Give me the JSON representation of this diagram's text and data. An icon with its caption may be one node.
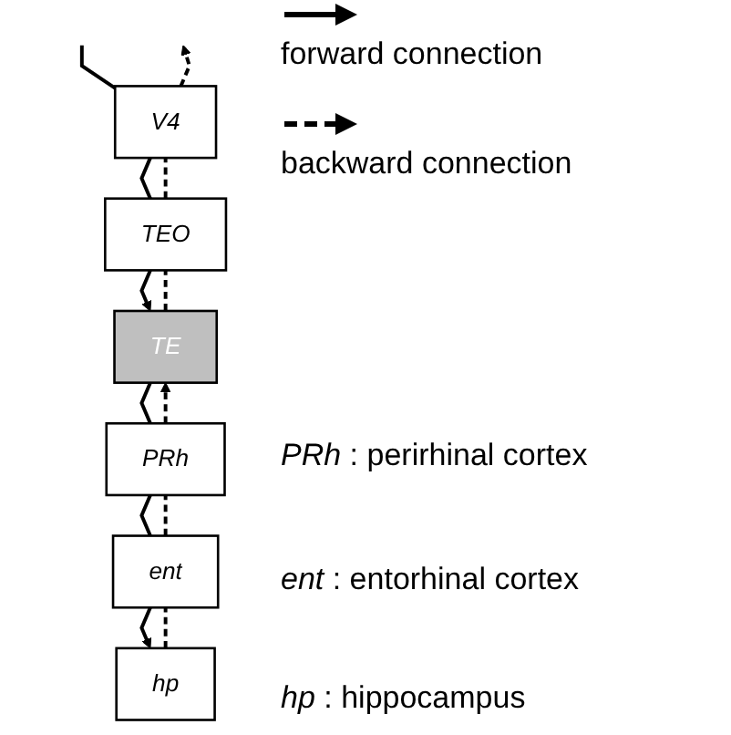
{
  "diagram": {
    "nodes": [
      {
        "text": [
          "V4"
        ]
      },
      {
        "text": [
          "TEO"
        ]
      },
      {
        "text": [
          "TE"
        ]
      },
      {
        "text": [
          "PRh"
        ]
      },
      {
        "text": [
          "ent"
        ]
      },
      {
        "text": [
          "hp"
        ]
      }
    ],
    "edges": [
      {
        "from": null,
        "to": 0,
        "arrow": "none"
      },
      {
        "from": 0,
        "to": 1,
        "arrow": "none"
      },
      {
        "from": 1,
        "to": 2,
        "arrow": "to"
      },
      {
        "from": 2,
        "to": 3,
        "arrow": "none"
      },
      {
        "from": 3,
        "to": 4,
        "arrow": "none"
      },
      {
        "from": 4,
        "to": 5,
        "arrow": "to"
      },
      {
        "from": 5,
        "to": 4,
        "arrow": "none",
        "style": "dashed"
      },
      {
        "from": 4,
        "to": 3,
        "arrow": "none",
        "style": "dashed"
      },
      {
        "from": 3,
        "to": 2,
        "arrow": "to",
        "style": "dashed"
      },
      {
        "from": 2,
        "to": 1,
        "arrow": "none",
        "style": "dashed"
      },
      {
        "from": 1,
        "to": 0,
        "arrow": "none",
        "style": "dashed"
      },
      {
        "from": 0,
        "to": null,
        "arrow": "to",
        "style": "dashed"
      }
    ],
    "labels": [
      "*PRh* : perirhinal cortex",
      "*ent* : entorhinal cortex",
      "*hp* : hippocampus"
    ],
    "legend": [
      {
        "text": "forward connection"
      },
      {
        "text": "backward connection"
      }
    ]
  }
}
